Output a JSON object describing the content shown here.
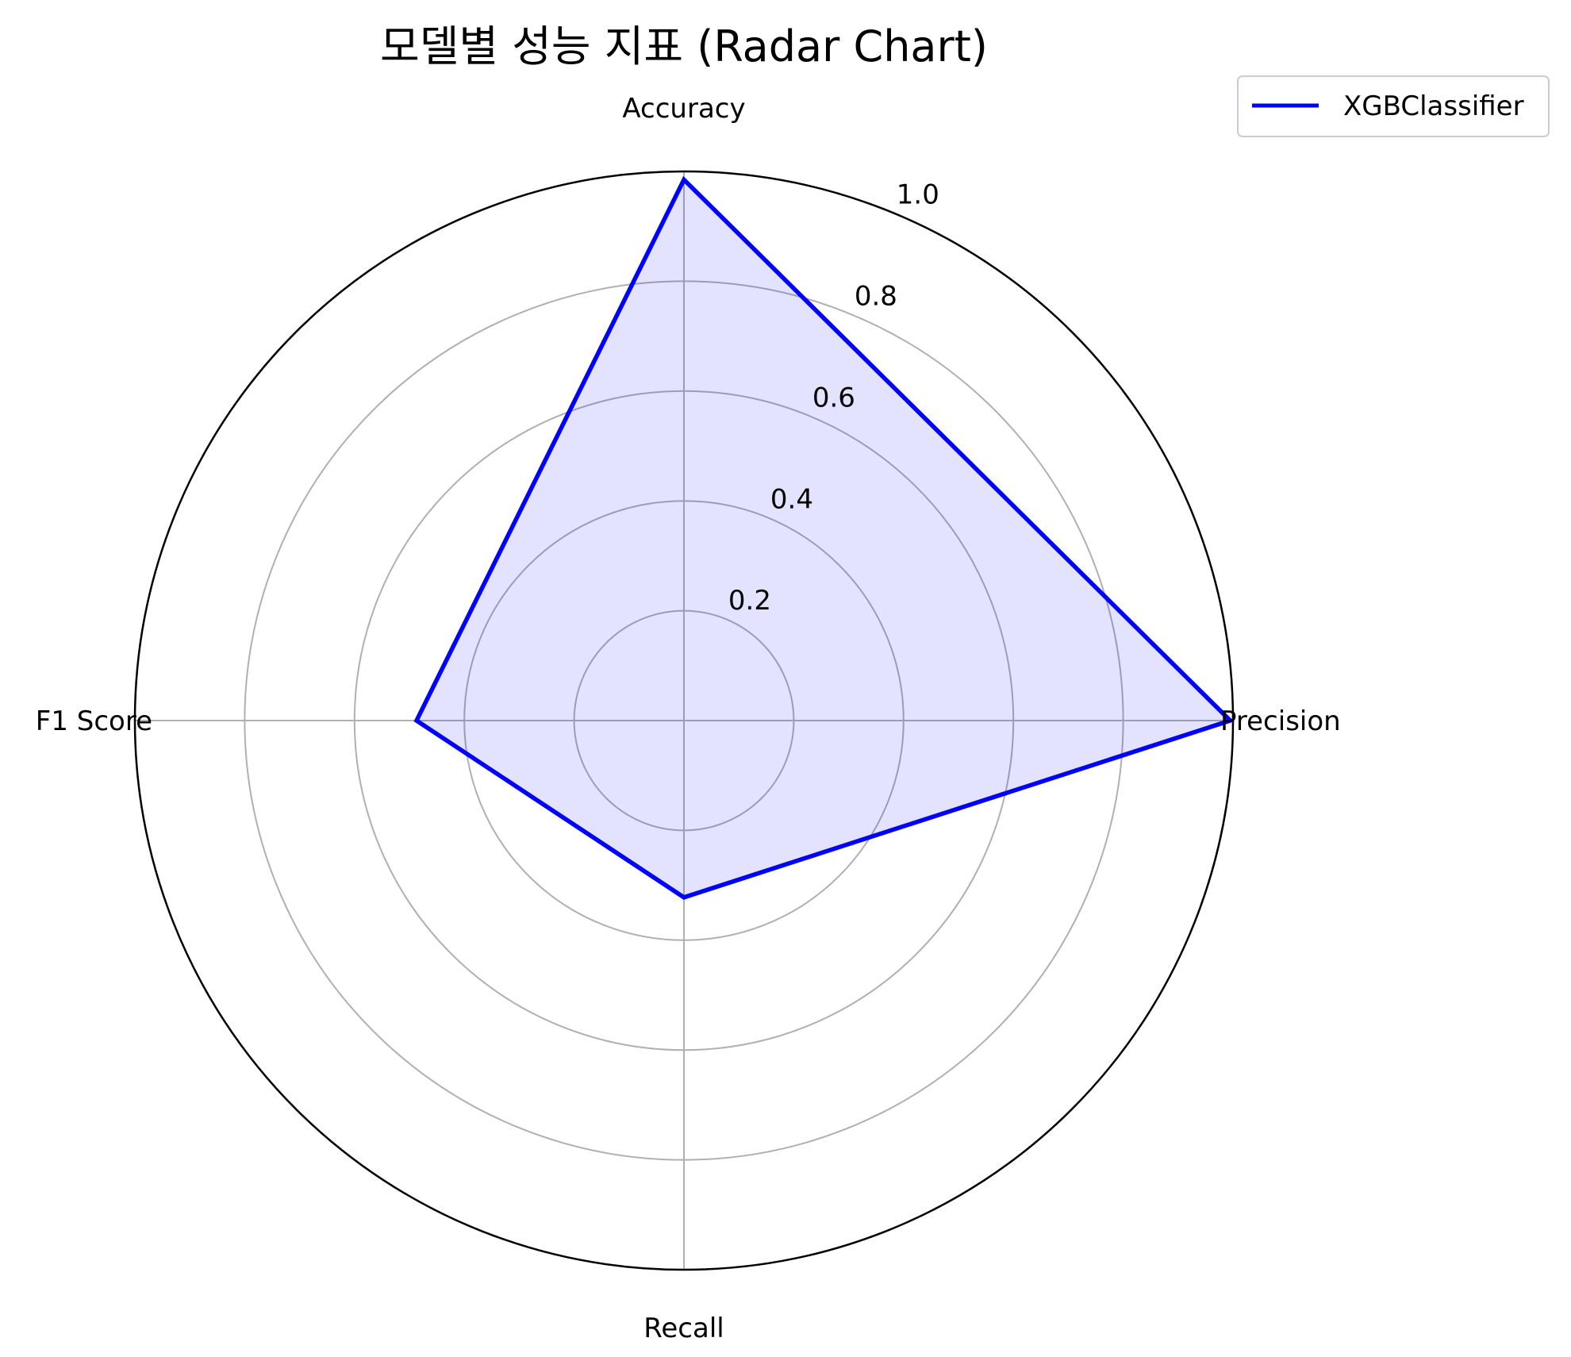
{
  "chart_data": {
    "type": "radar",
    "title": "모델별 성능 지표 (Radar Chart)",
    "categories": [
      "Accuracy",
      "Precision",
      "Recall",
      "F1 Score"
    ],
    "series": [
      {
        "name": "XGBClassifier",
        "values": [
          0.985,
          0.995,
          0.322,
          0.487
        ],
        "color": "#0000ff",
        "fill_color": "#0000ff",
        "fill_opacity": 0.11
      }
    ],
    "rlim": [
      0,
      1.0
    ],
    "r_ticks": [
      0.2,
      0.4,
      0.6,
      0.8,
      1.0
    ],
    "r_tick_labels": [
      "0.2",
      "0.4",
      "0.6",
      "0.8",
      "1.0"
    ],
    "grid": true,
    "legend_position": "top-right",
    "grid_color": "#b0b0b0"
  }
}
